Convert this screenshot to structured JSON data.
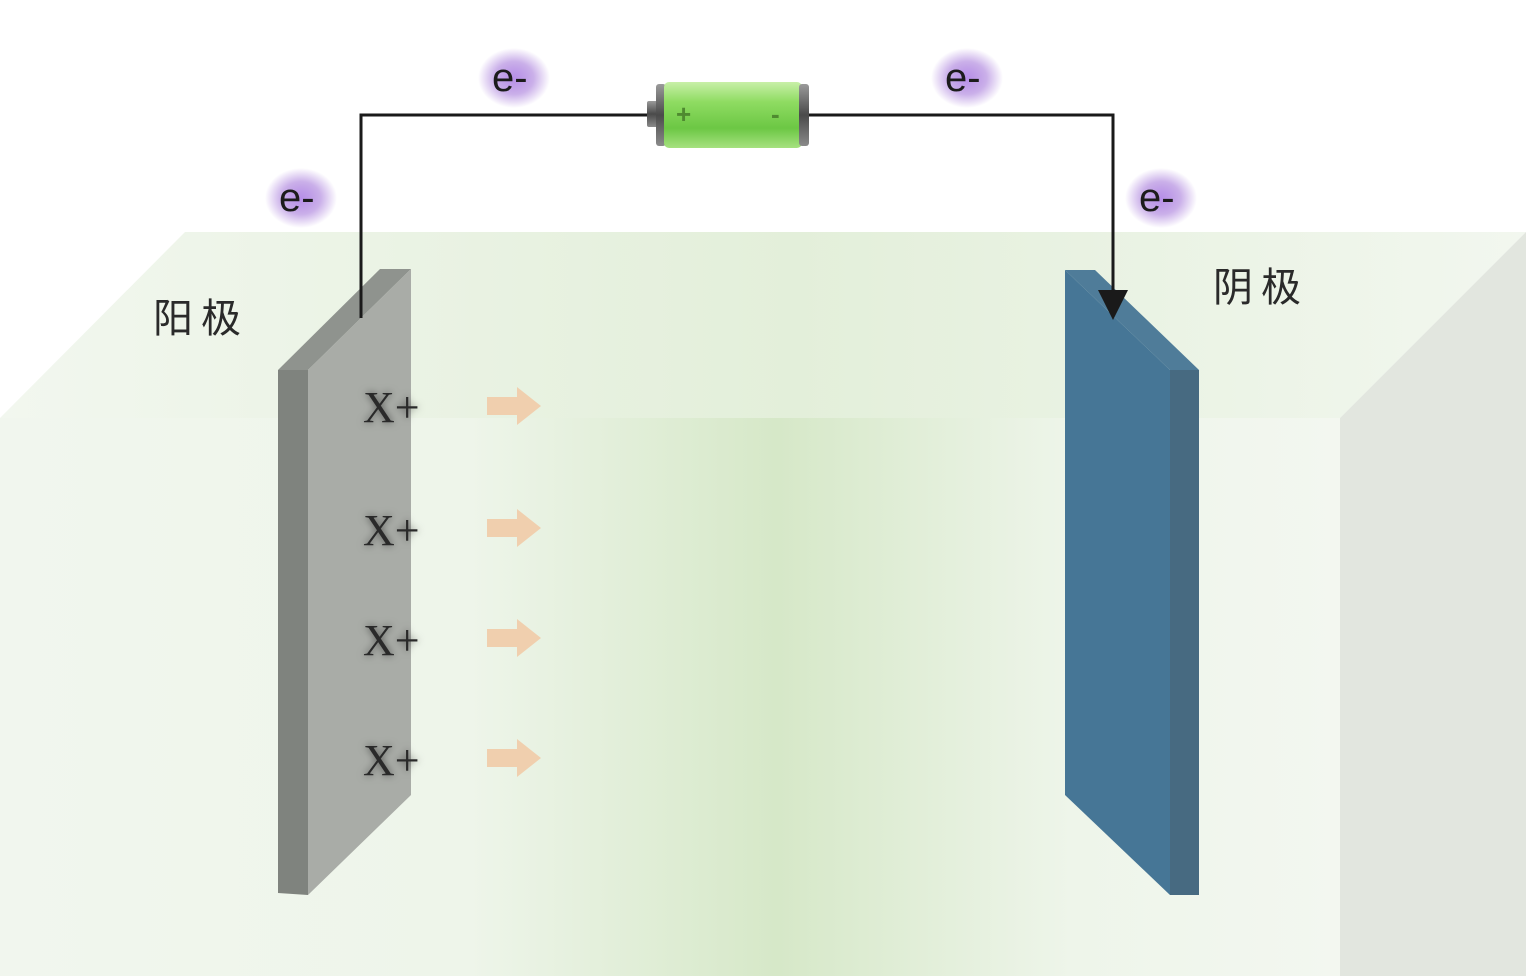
{
  "anode": {
    "label": "阳极"
  },
  "cathode": {
    "label": "阴极"
  },
  "battery": {
    "positive_sign": "+",
    "negative_sign": "-"
  },
  "electrons": [
    {
      "label": "e-"
    },
    {
      "label": "e-"
    },
    {
      "label": "e-"
    },
    {
      "label": "e-"
    }
  ],
  "ions": [
    {
      "label": "X+"
    },
    {
      "label": "X+"
    },
    {
      "label": "X+"
    },
    {
      "label": "X+"
    }
  ],
  "colors": {
    "anode_face": "#a9aca7",
    "anode_side": "#7f837e",
    "cathode_face": "#467696",
    "cathode_side": "#476a81",
    "electrolyte_center": "#d6e8c8",
    "electrolyte_edge": "#f2f7ee",
    "arrow": "#f0cfae",
    "electron_glow": "#a070d8",
    "battery": "#7ed458",
    "wire": "#1a1a1a"
  }
}
